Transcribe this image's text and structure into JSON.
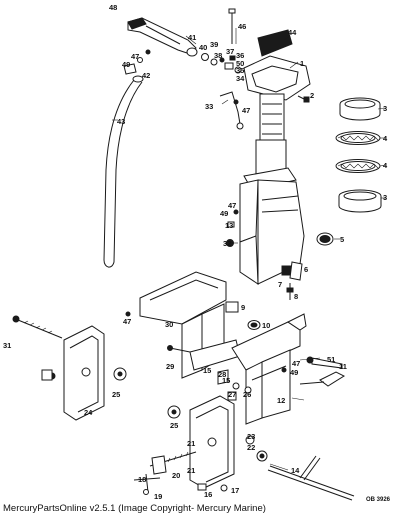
{
  "diagram": {
    "footer": "MercuryPartsOnline v2.5.1 (Image Copyright- Mercury Marine)",
    "drawing_ref": "OB 3926",
    "callouts": [
      "48",
      "41",
      "40",
      "39",
      "38",
      "37",
      "36",
      "50",
      "35",
      "34",
      "46",
      "44",
      "47",
      "49",
      "42",
      "1",
      "2",
      "33",
      "47",
      "3",
      "43",
      "4",
      "4",
      "3",
      "47",
      "49",
      "13",
      "32",
      "5",
      "6",
      "7",
      "8",
      "9",
      "47",
      "10",
      "30",
      "31",
      "51",
      "29",
      "15",
      "28",
      "47",
      "49",
      "11",
      "24",
      "25",
      "15",
      "27",
      "26",
      "12",
      "25",
      "23",
      "22",
      "20",
      "21",
      "21",
      "18",
      "19",
      "16",
      "17",
      "14"
    ]
  }
}
